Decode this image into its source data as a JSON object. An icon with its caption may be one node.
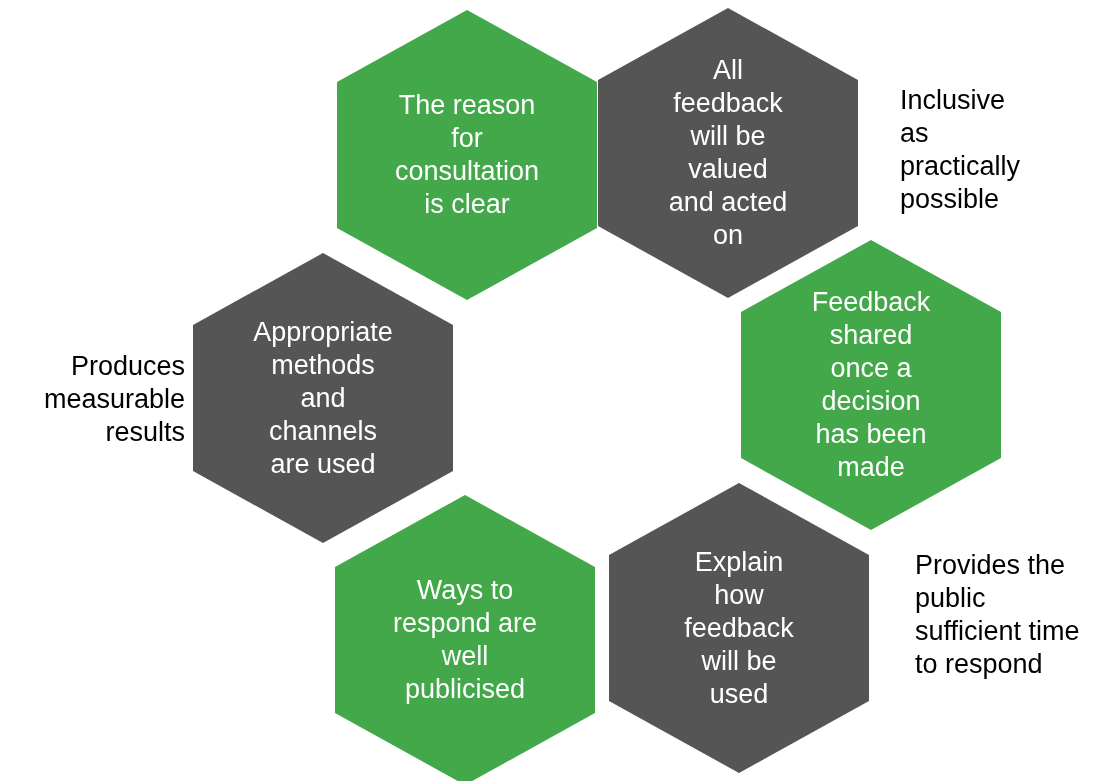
{
  "diagram": {
    "nodes": [
      {
        "text": [
          "The reason for consultation is clear"
        ]
      },
      {
        "text": [
          "All feedback will be valued and acted on"
        ]
      },
      {
        "text": [
          "Appropriate methods and channels are used"
        ]
      },
      {
        "text": [
          "Feedback shared once a decision has been made"
        ]
      },
      {
        "text": [
          "Ways to respond are well publicised"
        ]
      },
      {
        "text": [
          "Explain how feedback will be used"
        ]
      }
    ],
    "edges": [],
    "labels": [
      "Inclusive as practically possible",
      "Produces measurable results",
      "Provides the public sufficient time to respond"
    ]
  }
}
